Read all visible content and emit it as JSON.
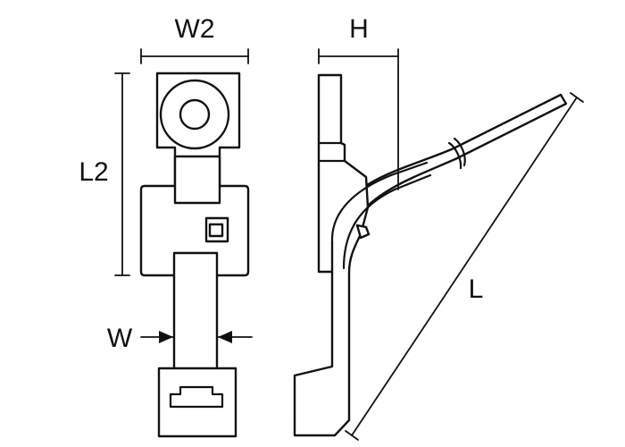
{
  "drawing": {
    "labels": {
      "w2": "W2",
      "h": "H",
      "l2": "L2",
      "w": "W",
      "l": "L"
    }
  },
  "colors": {
    "line": "#111111",
    "background": "#ffffff"
  }
}
